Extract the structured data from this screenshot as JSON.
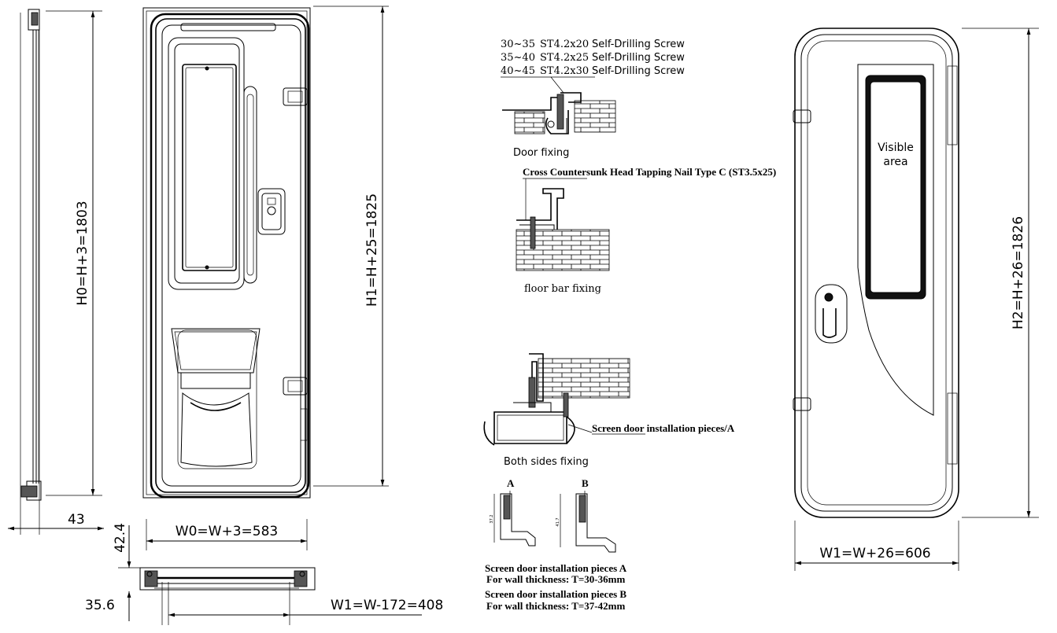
{
  "dimensions": {
    "h0": "H0=H+3=1803",
    "h1": "H1=H+25=1825",
    "h2": "H2=H+26=1826",
    "w0": "W0=W+3=583",
    "w1_inner": "W1=W-172=408",
    "w1_outer": "W1=W+26=606",
    "d43": "43",
    "d42": "42.4",
    "d35": "35.6",
    "tiny_a": "37.2",
    "tiny_b": "41.7"
  },
  "screws": {
    "rows": [
      {
        "range": "30~35",
        "spec": "ST4.2x20",
        "type": "Self-Drilling Screw"
      },
      {
        "range": "35~40",
        "spec": "ST4.2x25",
        "type": "Self-Drilling Screw"
      },
      {
        "range": "40~45",
        "spec": "ST4.2x30",
        "type": "Self-Drilling Screw"
      }
    ]
  },
  "labels": {
    "door_fixing": "Door fixing",
    "nail": "Cross Countersunk Head Tapping Nail Type C (ST3.5x25)",
    "floor_bar": "floor bar fixing",
    "screen_door": "Screen door installation pieces/A",
    "both_sides": "Both sides fixing",
    "piece_a": "A",
    "piece_b": "B",
    "visible_1": "Visible",
    "visible_2": "area"
  },
  "notes": {
    "a_title": "Screen door installation pieces A",
    "a_thickness": "For wall thickness: T=30-36mm",
    "b_title": "Screen door installation pieces B",
    "b_thickness": "For wall thickness: T=37-42mm"
  }
}
